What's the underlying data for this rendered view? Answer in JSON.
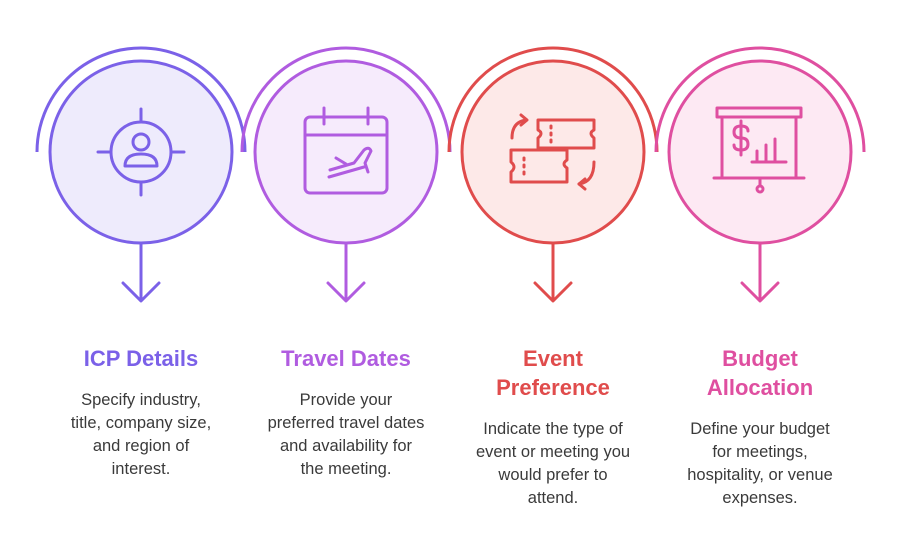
{
  "steps": [
    {
      "title": "ICP Details",
      "title_lines": [
        "ICP Details"
      ],
      "desc_lines": [
        "Specify industry,",
        "title, company size,",
        "and region of",
        "interest."
      ],
      "icon": "target-person-icon",
      "color": "#7b61e8",
      "fill": "#eeebfc"
    },
    {
      "title": "Travel Dates",
      "title_lines": [
        "Travel Dates"
      ],
      "desc_lines": [
        "Provide your",
        "preferred travel dates",
        "and availability for",
        "the meeting."
      ],
      "icon": "calendar-plane-icon",
      "color": "#b05ce0",
      "fill": "#f6ebfc"
    },
    {
      "title": "Event Preference",
      "title_lines": [
        "Event",
        "Preference"
      ],
      "desc_lines": [
        "Indicate the type of",
        "event or meeting you",
        "would prefer to",
        "attend."
      ],
      "icon": "ticket-exchange-icon",
      "color": "#e04c4c",
      "fill": "#fde9e8"
    },
    {
      "title": "Budget Allocation",
      "title_lines": [
        "Budget",
        "Allocation"
      ],
      "desc_lines": [
        "Define your budget",
        "for meetings,",
        "hospitality, or venue",
        "expenses."
      ],
      "icon": "presentation-budget-icon",
      "color": "#df4fa0",
      "fill": "#fde9f3"
    }
  ]
}
